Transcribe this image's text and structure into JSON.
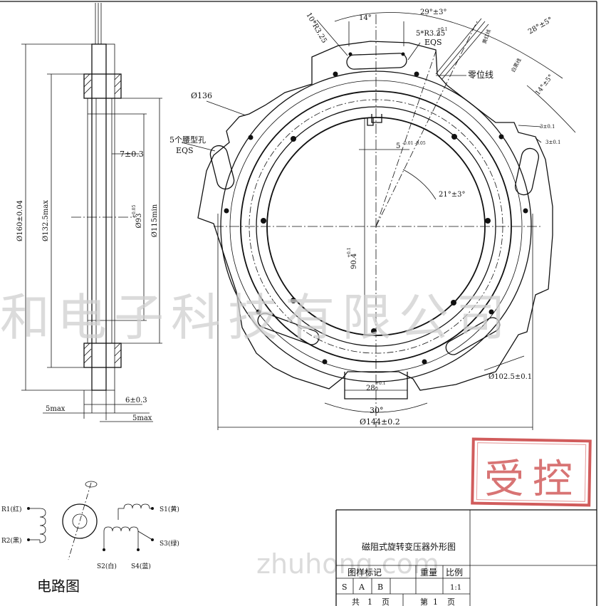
{
  "dims": {
    "r325": "10*R3.25",
    "w14": "14°",
    "ang29": "29°±3°",
    "r325eqs": "5*R3.25",
    "r325tol": "+0.1",
    "r325tol0": "0",
    "eqs_top": "EQS",
    "ang28": "28°±5°",
    "zero_line": "零位线",
    "ang14": "14°±5°",
    "d136": "Ø136",
    "holes5": "5个腰型孔",
    "eqs_left": "EQS",
    "d7": "7±0.3",
    "d5": "5",
    "d5tol": "-0.01\n-0.05",
    "ang21": "21°±3°",
    "d3a": "3±0.1",
    "d3b": "3±0.1",
    "d90": "90.4",
    "d90tol": "+0.1",
    "d102": "Ø102.5±0.1",
    "d28": "28",
    "d28tol": "+0.1",
    "d28tol0": "0",
    "d30": "30°",
    "d144": "Ø144±0.2",
    "d160": "Ø160±0.04",
    "d132": "Ø132.5max",
    "d93": "Ø93",
    "d93tol": "+0.05",
    "d115": "Ø115min",
    "d6": "6±0.3",
    "d5max_left": "5max",
    "d5max_right": "5max",
    "lead_yellow_red": "黄红线",
    "lead_white_blue": "白黑线"
  },
  "watermark": "和电子科技有限公司",
  "watermark_url": "zhuhong.com",
  "stamp": "受控",
  "circuit": {
    "r1": "R1(红)",
    "r2": "R2(黑)",
    "s1": "S1(黄)",
    "s3": "S3(绿)",
    "s2": "S2(白)",
    "s4": "S4(蓝)",
    "title": "电路图"
  },
  "title_block": {
    "drawing_title": "磁阻式旋转变压器外形图",
    "mark_label": "图样标记",
    "weight_label": "重量",
    "scale_label": "比例",
    "mark_s": "S",
    "mark_a": "A",
    "mark_b": "B",
    "scale_value": "1:1",
    "total_label": "共",
    "total_value": "1",
    "page_unit": "页",
    "sheet_label": "第",
    "sheet_value": "1",
    "sheet_unit": "页"
  }
}
